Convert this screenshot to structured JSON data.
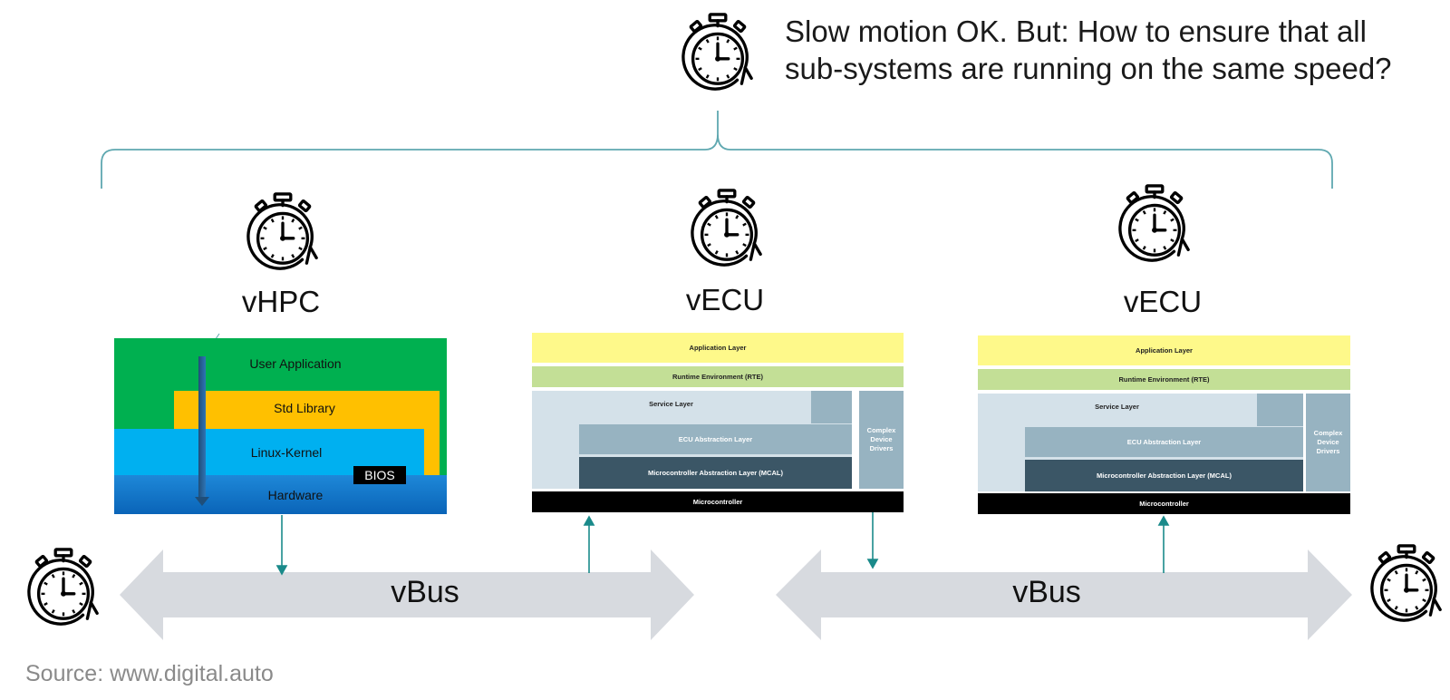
{
  "headline": {
    "line1": "Slow motion OK. But: How to ensure that all",
    "line2": "sub-systems are running on the same speed?"
  },
  "systems": [
    {
      "title": "vHPC",
      "layers": {
        "user_app": "User Application",
        "std_lib": "Std Library",
        "kernel": "Linux-Kernel",
        "hardware": "Hardware",
        "bios": "BIOS"
      },
      "colors": {
        "user_app": "#00b050",
        "std_lib": "#ffc000",
        "kernel": "#00b0f0",
        "hardware": "#0a64b8"
      }
    },
    {
      "title": "vECU",
      "layers": {
        "app": "Application Layer",
        "rte": "Runtime Environment (RTE)",
        "service": "Service Layer",
        "ecu_abs": "ECU Abstraction Layer",
        "mcal": "Microcontroller Abstraction Layer (MCAL)",
        "cdd": "Complex Device Drivers",
        "mc": "Microcontroller"
      }
    },
    {
      "title": "vECU",
      "layers": {
        "app": "Application Layer",
        "rte": "Runtime Environment (RTE)",
        "service": "Service Layer",
        "ecu_abs": "ECU Abstraction Layer",
        "mcal": "Microcontroller Abstraction Layer (MCAL)",
        "cdd": "Complex Device Drivers",
        "mc": "Microcontroller"
      }
    }
  ],
  "buses": [
    {
      "label": "vBus"
    },
    {
      "label": "vBus"
    }
  ],
  "source": "Source: www.digital.auto",
  "icons": [
    "stopwatch-icon"
  ],
  "colors": {
    "connector": "#1a8a8a",
    "bus": "#d7dadf",
    "bracket": "#5fa8b0"
  }
}
